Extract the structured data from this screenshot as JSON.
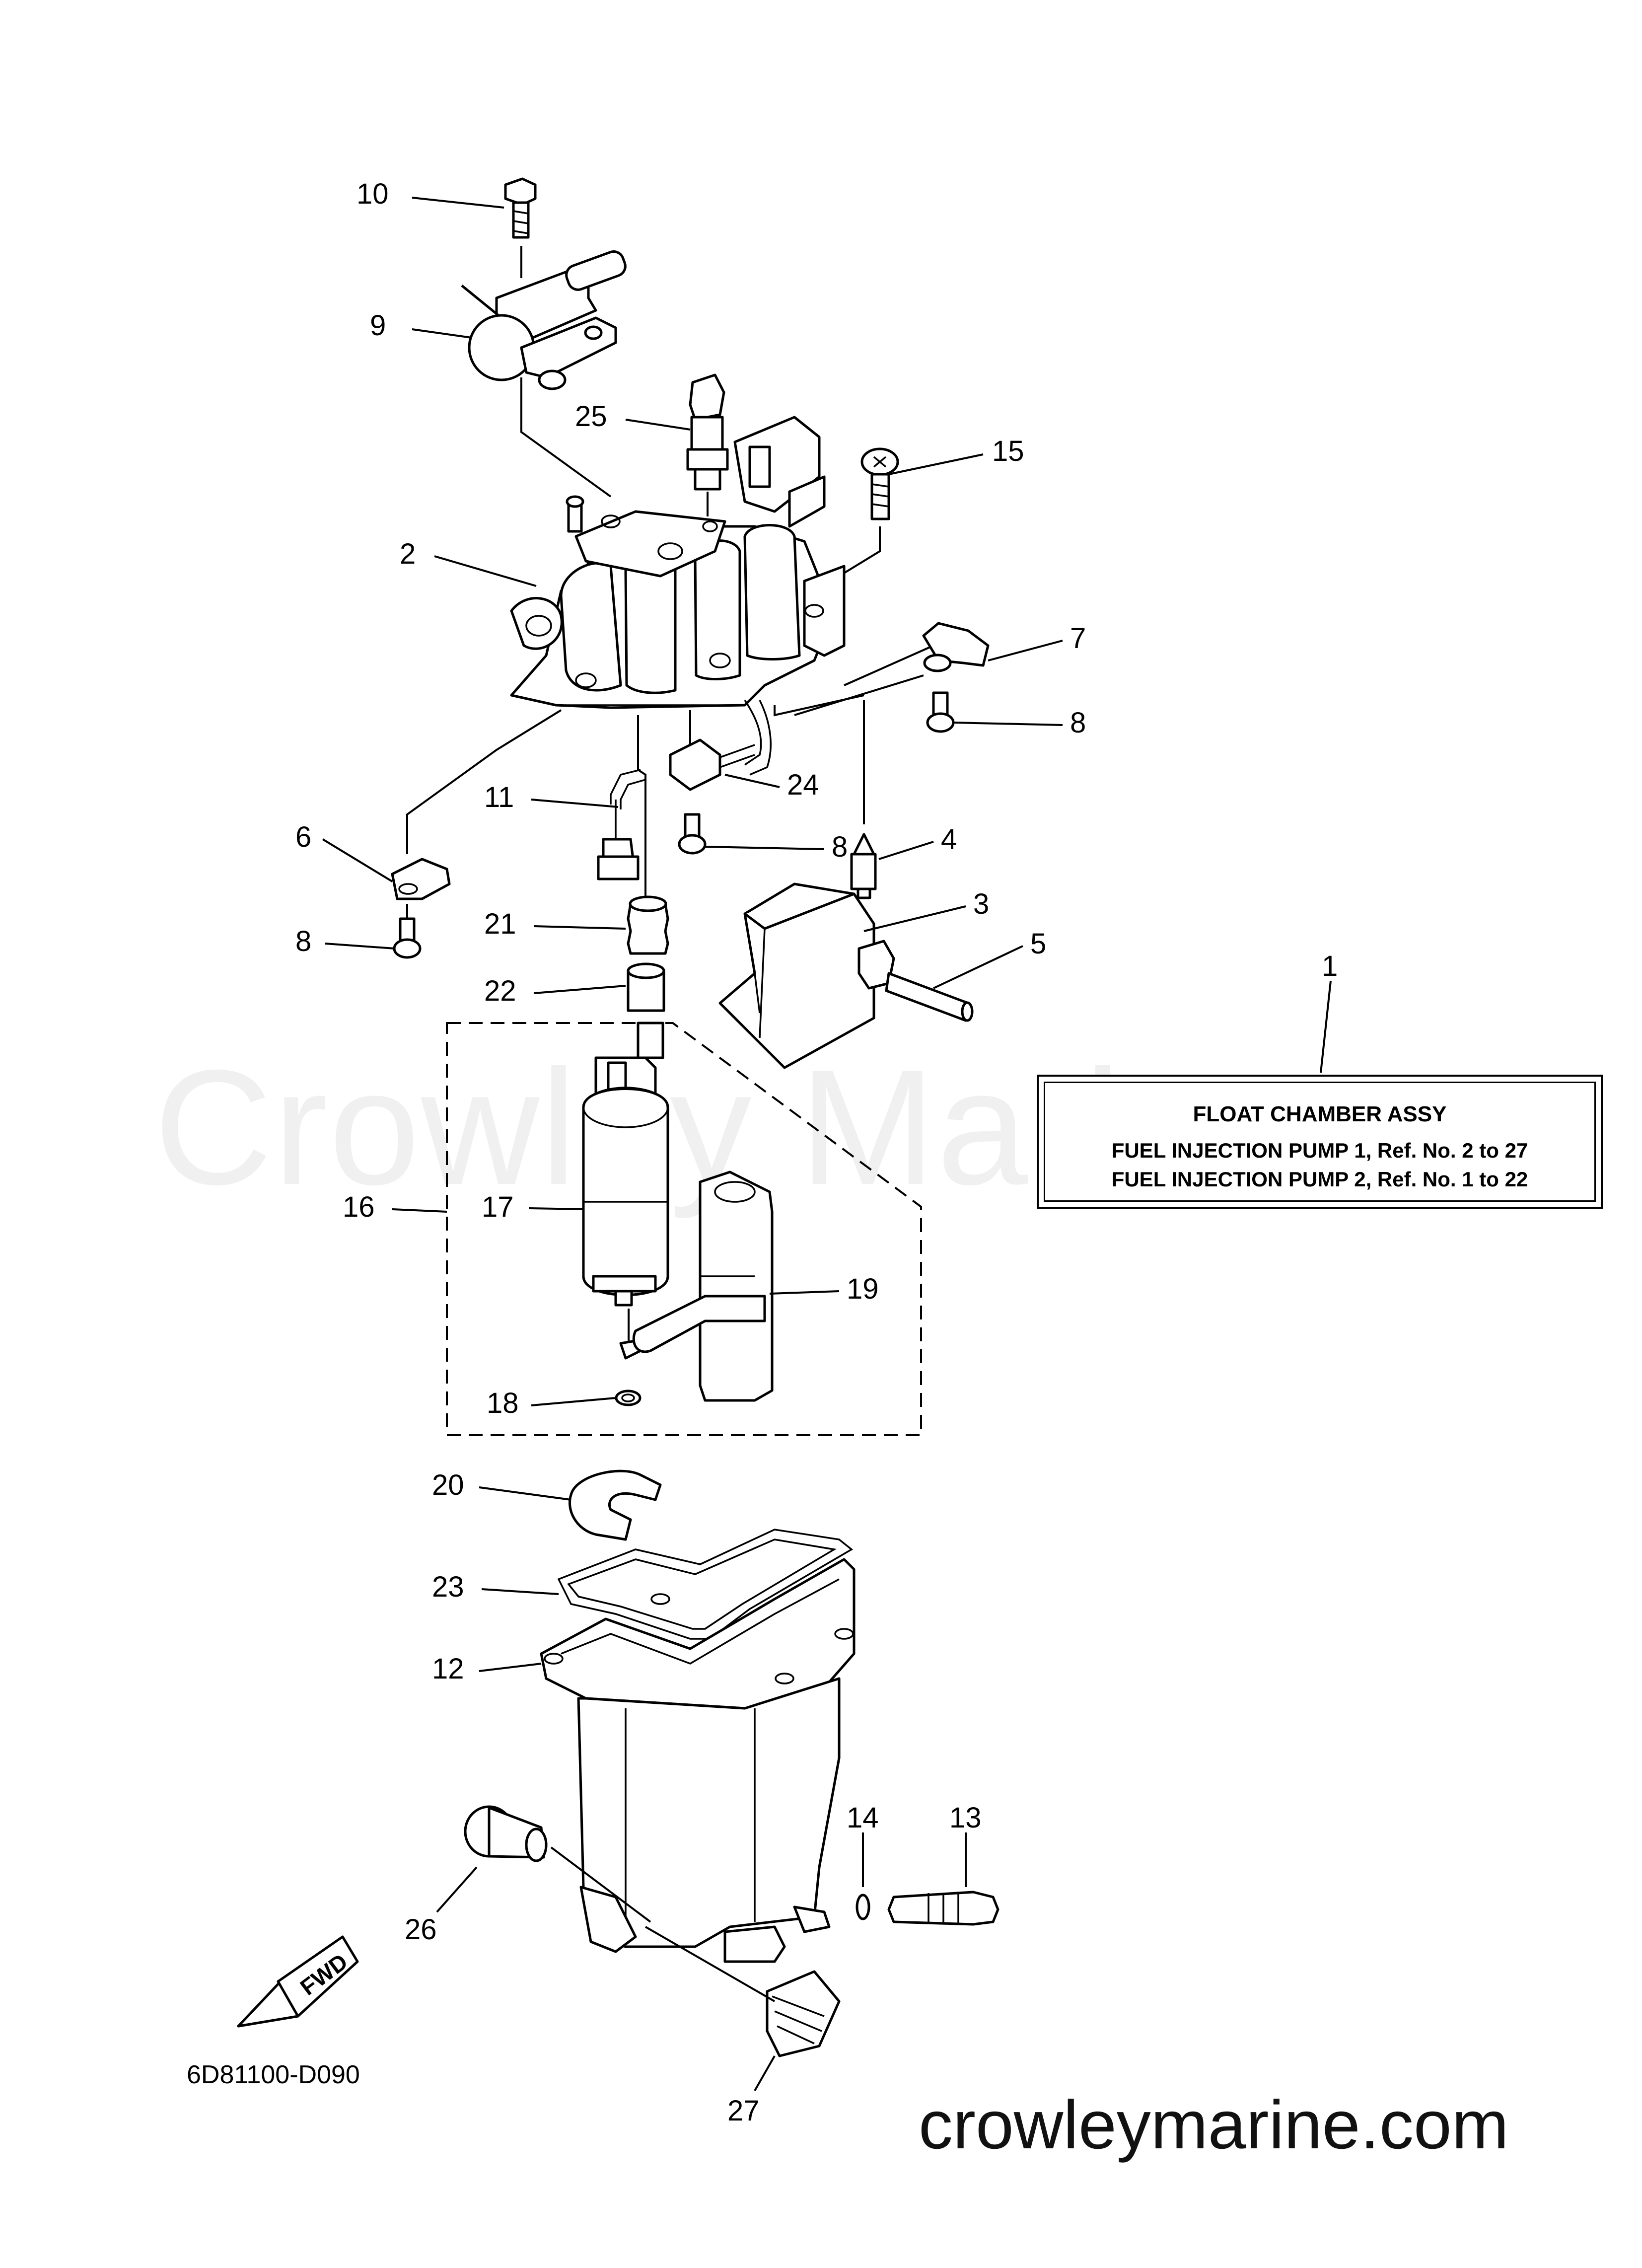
{
  "watermark": "Crowley Marine",
  "site_url": "crowleymarine.com",
  "diagram_code": "6D81100-D090",
  "fwd_label": "FWD",
  "info_box": {
    "title": "FLOAT CHAMBER ASSY",
    "line1": "FUEL INJECTION PUMP 1, Ref. No. 2 to 27",
    "line2": "FUEL INJECTION PUMP 2, Ref. No. 1 to 22"
  },
  "callouts": {
    "c1": "1",
    "c2": "2",
    "c3": "3",
    "c4": "4",
    "c5": "5",
    "c6": "6",
    "c7": "7",
    "c8a": "8",
    "c8b": "8",
    "c8c": "8",
    "c9": "9",
    "c10": "10",
    "c11": "11",
    "c12": "12",
    "c13": "13",
    "c14": "14",
    "c15": "15",
    "c16": "16",
    "c17": "17",
    "c18": "18",
    "c19": "19",
    "c20": "20",
    "c21": "21",
    "c22": "22",
    "c23": "23",
    "c24": "24",
    "c25": "25",
    "c26": "26",
    "c27": "27"
  }
}
